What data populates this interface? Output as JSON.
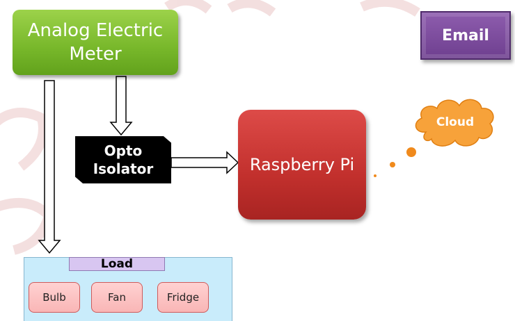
{
  "diagram": {
    "meter": {
      "label": "Analog Electric Meter"
    },
    "opto": {
      "line1": "Opto",
      "line2": "Isolator"
    },
    "pi": {
      "label": "Raspberry Pi"
    },
    "cloud": {
      "label": "Cloud"
    },
    "email": {
      "label": "Email"
    },
    "load": {
      "title": "Load",
      "items": [
        "Bulb",
        "Fan",
        "Fridge"
      ]
    }
  },
  "colors": {
    "meter": "#77b72a",
    "pi": "#c2302d",
    "opto": "#000000",
    "cloud": "#f7a23a",
    "email": "#7b4a9b",
    "load_box": "#c9ecfb",
    "load_title": "#d8c6f1",
    "appliance": "#f9b6b6"
  }
}
